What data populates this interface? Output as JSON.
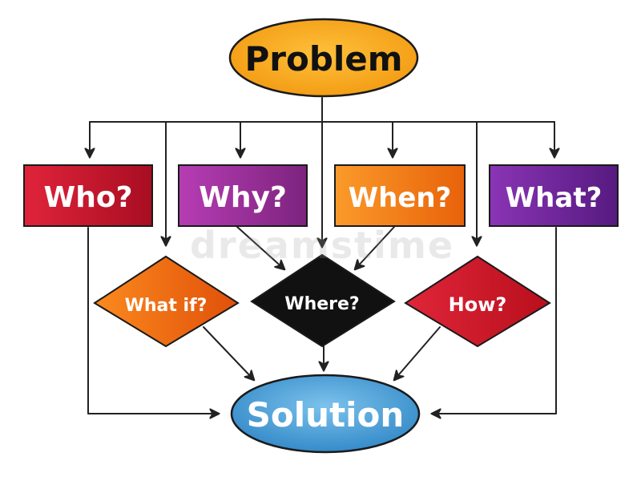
{
  "nodes": {
    "problem": "Problem",
    "who": "Who?",
    "why": "Why?",
    "when": "When?",
    "what": "What?",
    "what_if": "What if?",
    "where": "Where?",
    "how": "How?",
    "solution": "Solution"
  },
  "watermark": "dreamstime",
  "colors": {
    "problem_fill": "#f7b02a",
    "who_fill": "#c8112a",
    "why_fill": "#9a2f9a",
    "when_fill": "#f07a12",
    "what_fill": "#6a2494",
    "what_if_fill": "#f06a10",
    "where_fill": "#111111",
    "how_fill": "#cc1420",
    "solution_fill": "#4ea3d8",
    "line": "#222222",
    "text_dark": "#111111",
    "text_light": "#ffffff"
  }
}
